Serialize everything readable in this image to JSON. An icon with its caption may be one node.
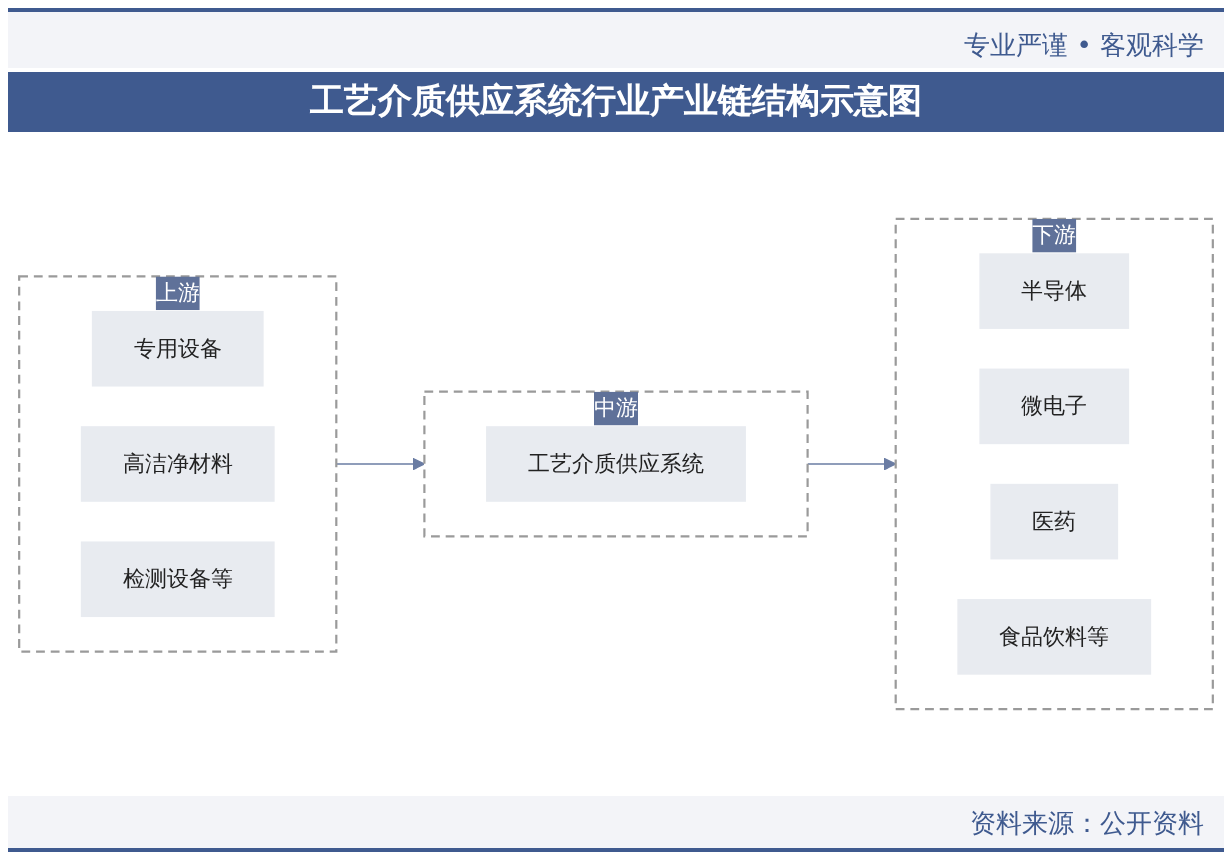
{
  "diagram": {
    "title": "工艺介质供应系统行业产业链结构示意图",
    "caption": "资料来源：公开资料",
    "nodes": [
      {
        "text": [
          "上游"
        ]
      },
      {
        "text": [
          "专用设备"
        ],
        "in": 0
      },
      {
        "text": [
          "高洁净材料"
        ],
        "in": 0
      },
      {
        "text": [
          "检测设备等"
        ],
        "in": 0
      },
      {
        "text": [
          "中游"
        ]
      },
      {
        "text": [
          "工艺介质供应系统"
        ],
        "in": 4
      },
      {
        "text": [
          "下游"
        ]
      },
      {
        "text": [
          "半导体"
        ],
        "in": 6
      },
      {
        "text": [
          "微电子"
        ],
        "in": 6
      },
      {
        "text": [
          "医药"
        ],
        "in": 6
      },
      {
        "text": [
          "食品饮料等"
        ],
        "in": 6
      }
    ],
    "edges": [
      {
        "from": 0,
        "to": 4,
        "arrow": "to"
      },
      {
        "from": 4,
        "to": 6,
        "arrow": "to"
      }
    ],
    "labels": [
      "专业严谨 • 客观科学"
    ]
  }
}
